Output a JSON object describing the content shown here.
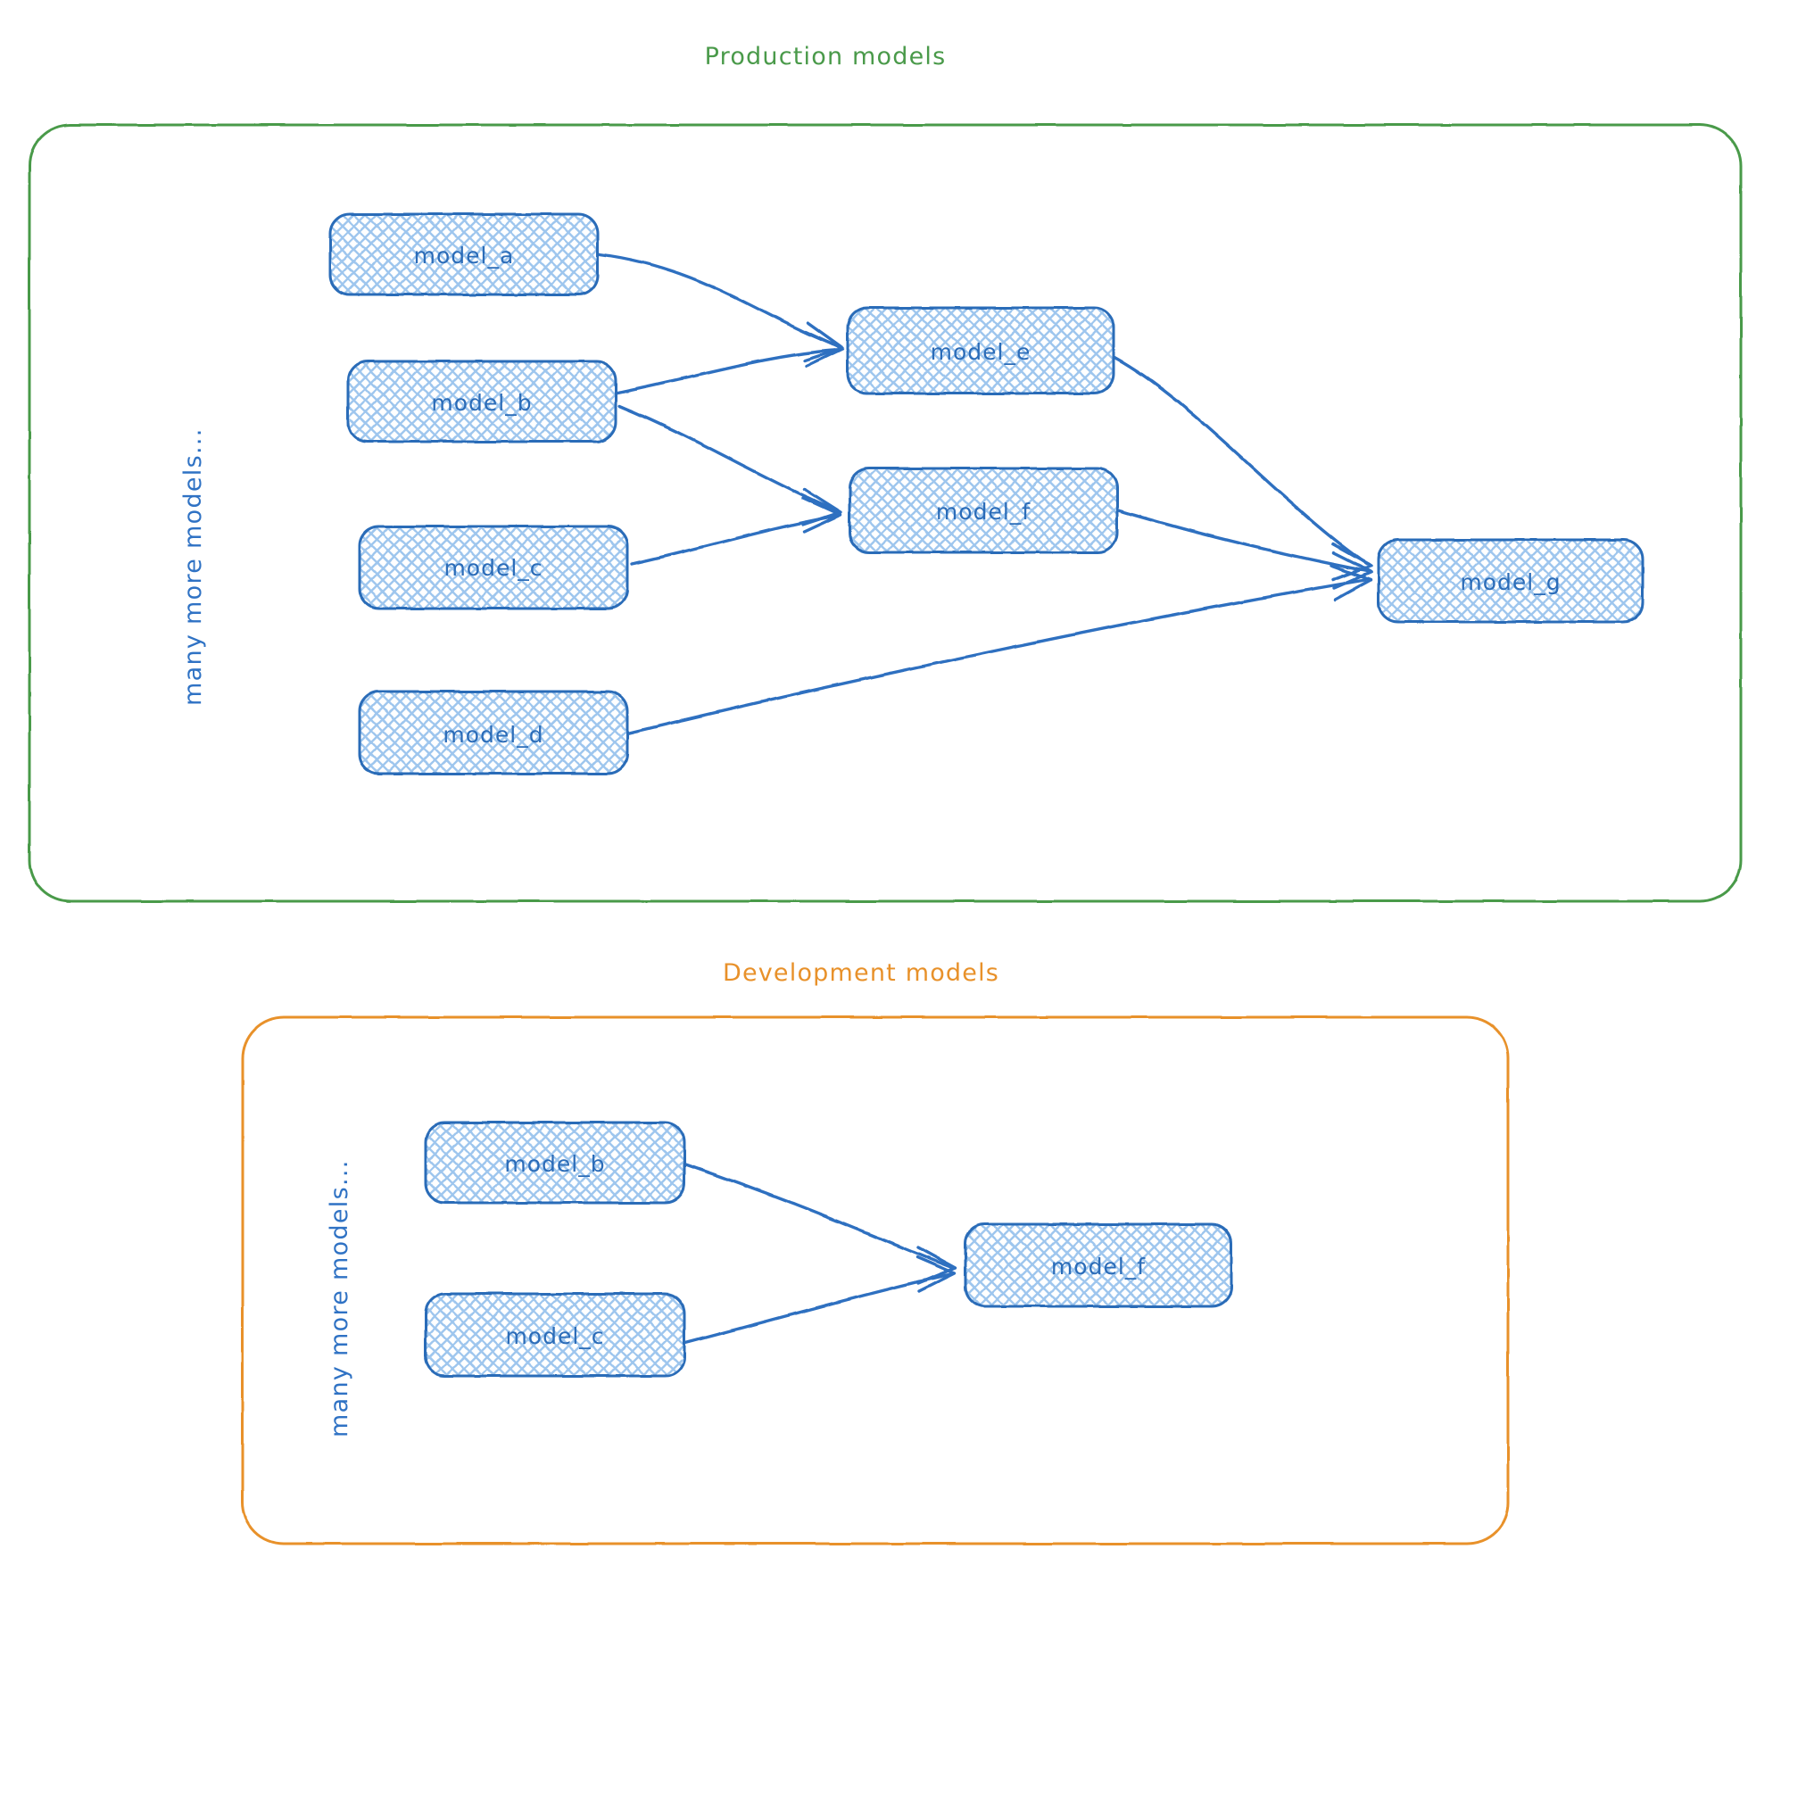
{
  "diagram": {
    "type": "dag",
    "style": "hand-drawn",
    "colors": {
      "production_border": "#4a9a4a",
      "development_border": "#e8912a",
      "node_border": "#2b6cb8",
      "node_fill_pattern": "#9ec6ee",
      "node_text": "#2b6cb8",
      "edge": "#2f6fc0",
      "background": "#ffffff"
    }
  },
  "groups": [
    {
      "id": "production",
      "title": "Production models",
      "side_note": "many more models...",
      "nodes": [
        {
          "id": "prod_model_a",
          "label": "model_a"
        },
        {
          "id": "prod_model_b",
          "label": "model_b"
        },
        {
          "id": "prod_model_c",
          "label": "model_c"
        },
        {
          "id": "prod_model_d",
          "label": "model_d"
        },
        {
          "id": "prod_model_e",
          "label": "model_e"
        },
        {
          "id": "prod_model_f",
          "label": "model_f"
        },
        {
          "id": "prod_model_g",
          "label": "model_g"
        }
      ],
      "edges": [
        {
          "from": "model_a",
          "to": "model_e"
        },
        {
          "from": "model_b",
          "to": "model_e"
        },
        {
          "from": "model_b",
          "to": "model_f"
        },
        {
          "from": "model_c",
          "to": "model_f"
        },
        {
          "from": "model_e",
          "to": "model_g"
        },
        {
          "from": "model_f",
          "to": "model_g"
        },
        {
          "from": "model_d",
          "to": "model_g"
        }
      ]
    },
    {
      "id": "development",
      "title": "Development models",
      "side_note": "many more models...",
      "nodes": [
        {
          "id": "dev_model_b",
          "label": "model_b"
        },
        {
          "id": "dev_model_c",
          "label": "model_c"
        },
        {
          "id": "dev_model_f",
          "label": "model_f"
        }
      ],
      "edges": [
        {
          "from": "model_b",
          "to": "model_f"
        },
        {
          "from": "model_c",
          "to": "model_f"
        }
      ]
    }
  ]
}
